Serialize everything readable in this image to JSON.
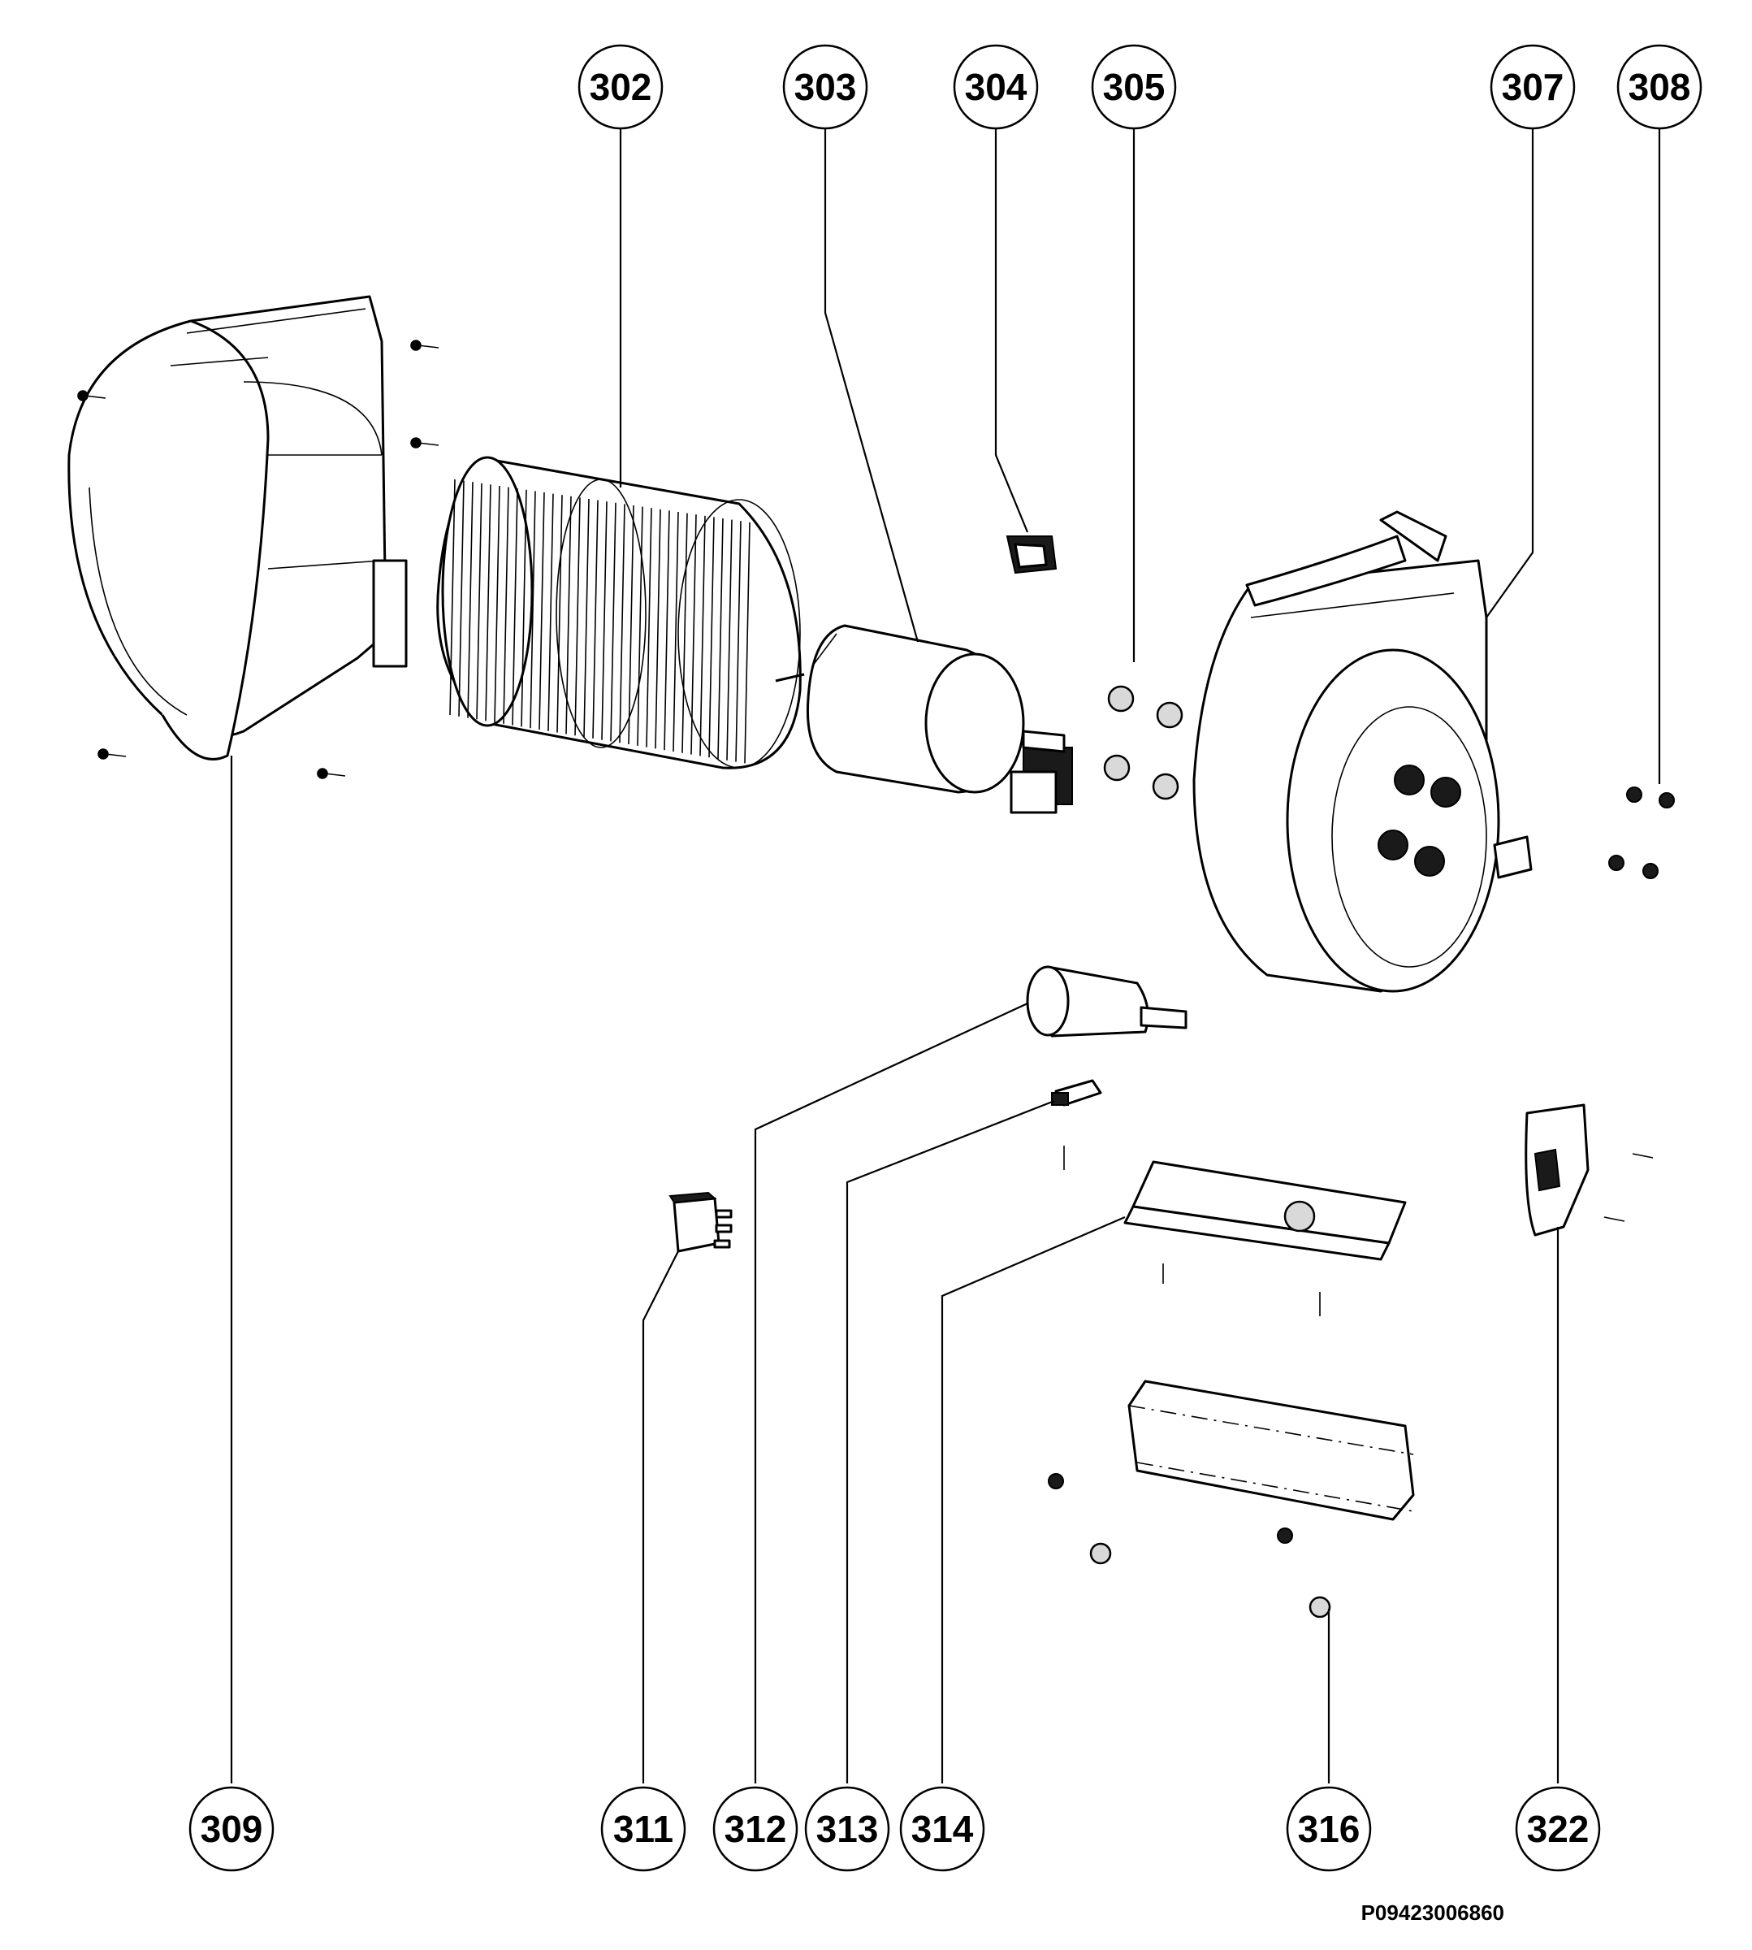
{
  "document_id": "P09423006860",
  "callouts": [
    {
      "label": "302"
    },
    {
      "label": "303"
    },
    {
      "label": "304"
    },
    {
      "label": "305"
    },
    {
      "label": "307"
    },
    {
      "label": "308"
    },
    {
      "label": "309"
    },
    {
      "label": "311"
    },
    {
      "label": "312"
    },
    {
      "label": "313"
    },
    {
      "label": "314"
    },
    {
      "label": "316"
    },
    {
      "label": "322"
    }
  ]
}
